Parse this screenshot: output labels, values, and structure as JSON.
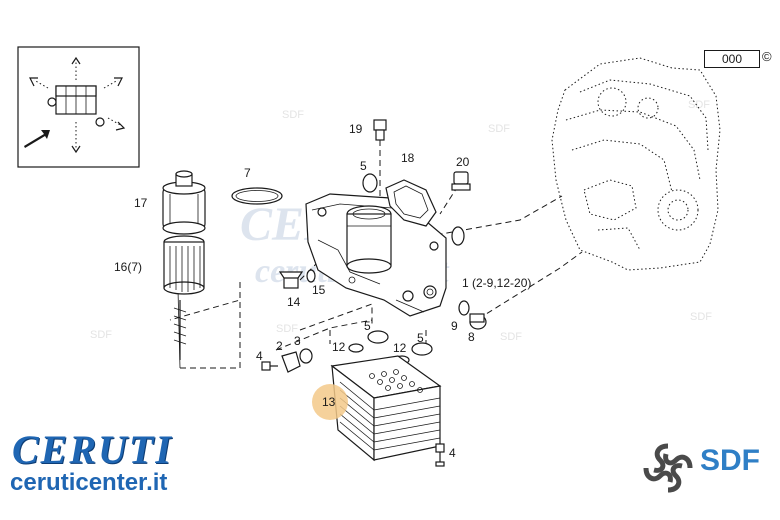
{
  "diagram": {
    "page_code": "000",
    "copyright_symbol": "©",
    "callouts": {
      "c1": "1 (2-9,12-20)",
      "c2": "2",
      "c3": "3",
      "c4a": "4",
      "c4b": "4",
      "c5a": "5",
      "c5b": "5",
      "c5c": "5",
      "c7": "7",
      "c8": "8",
      "c9": "9",
      "c12a": "12",
      "c12b": "12",
      "c13": "13",
      "c14": "14",
      "c15": "15",
      "c16": "16(7)",
      "c17": "17",
      "c18": "18",
      "c19": "19",
      "c20": "20"
    },
    "highlight_color": "#f3c98a"
  },
  "watermark": {
    "brand": "CERUTI",
    "url": "ceruticenter.it",
    "sdf_mark": "SDF"
  },
  "branding": {
    "ceruti_brand": "CERUTI",
    "ceruti_url": "ceruticenter.it",
    "ceruti_color": "#1f66b3",
    "sdf_label": "SDF",
    "sdf_color": "#2f7fc6"
  }
}
